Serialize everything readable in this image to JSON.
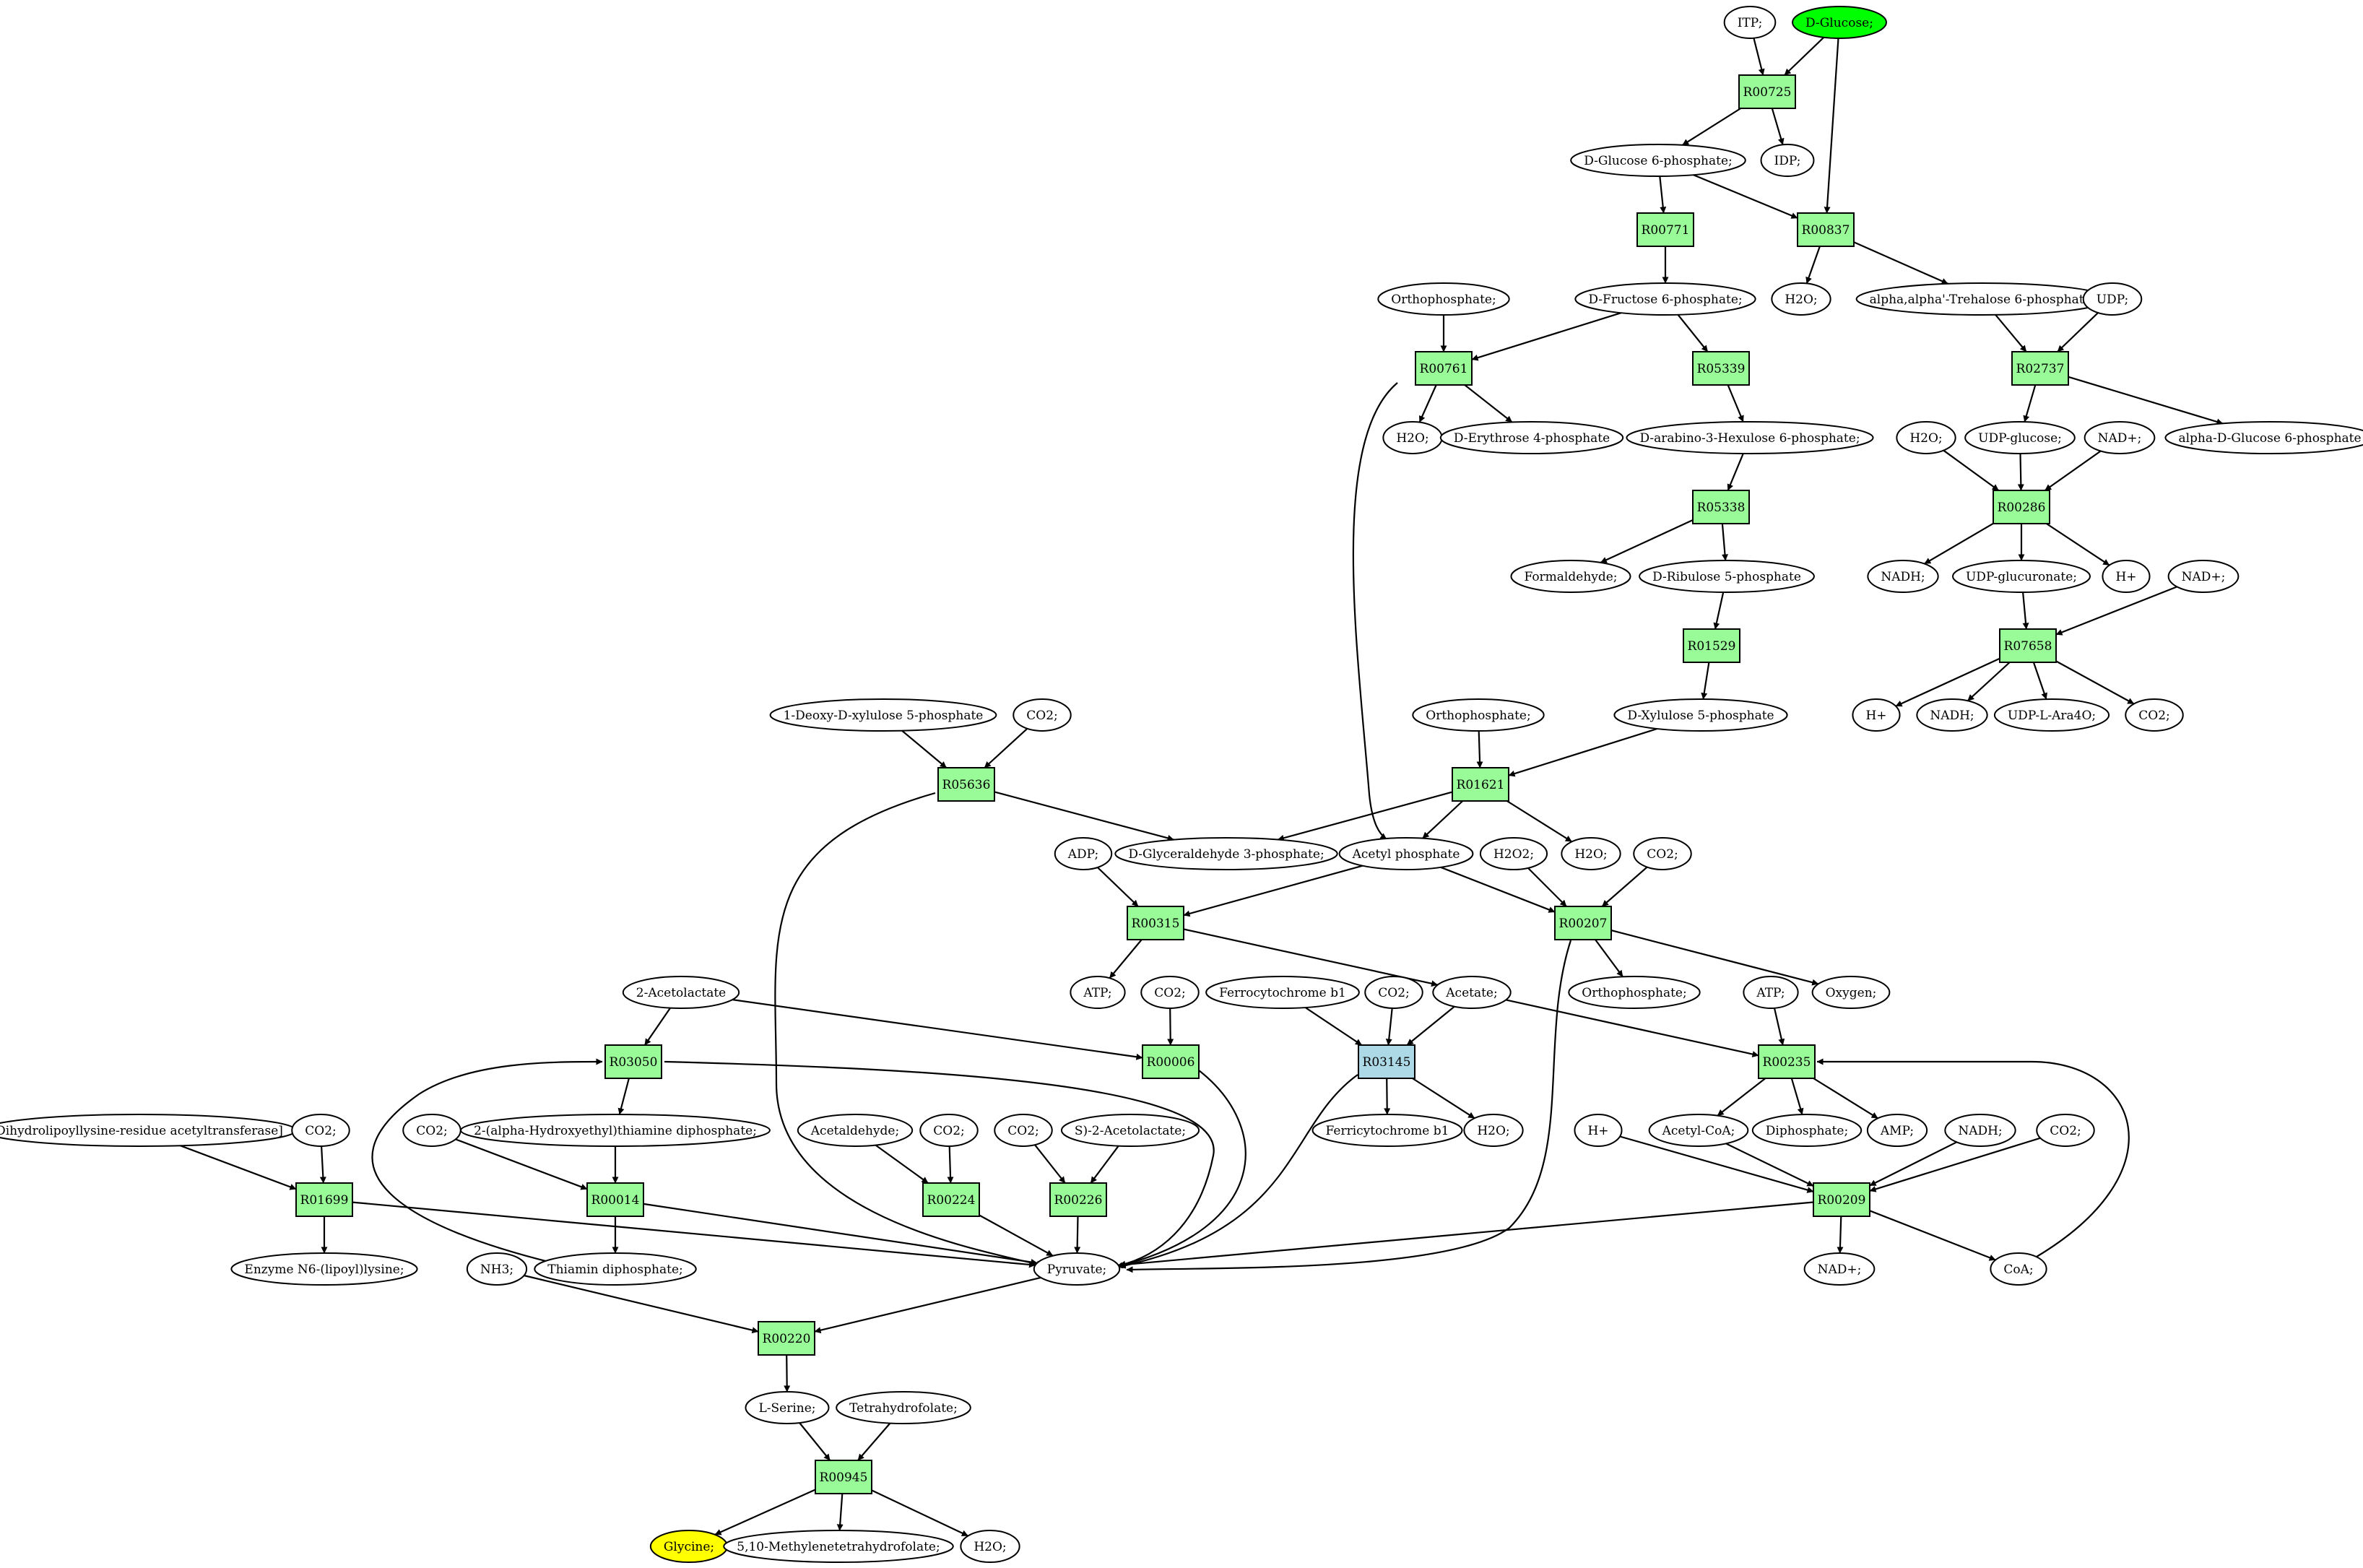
{
  "colors": {
    "reaction": "#98fb98",
    "reaction_alt": "#add8e6",
    "source": "#00ff00",
    "target": "#ffff00",
    "compound": "#ffffff",
    "line": "#000000"
  },
  "nodes": [
    {
      "id": "itp",
      "label": "ITP;",
      "kind": "compound"
    },
    {
      "id": "dglucose",
      "label": "D-Glucose;",
      "kind": "source"
    },
    {
      "id": "r00725",
      "label": "R00725",
      "kind": "reaction"
    },
    {
      "id": "g6p",
      "label": "D-Glucose 6-phosphate;",
      "kind": "compound"
    },
    {
      "id": "idp",
      "label": "IDP;",
      "kind": "compound"
    },
    {
      "id": "r00771",
      "label": "R00771",
      "kind": "reaction"
    },
    {
      "id": "r00837",
      "label": "R00837",
      "kind": "reaction"
    },
    {
      "id": "orthop1",
      "label": "Orthophosphate;",
      "kind": "compound"
    },
    {
      "id": "f6p",
      "label": "D-Fructose 6-phosphate;",
      "kind": "compound"
    },
    {
      "id": "h2o_a",
      "label": "H2O;",
      "kind": "compound"
    },
    {
      "id": "trehalose6p",
      "label": "alpha,alpha'-Trehalose 6-phosphate;",
      "kind": "compound"
    },
    {
      "id": "udp",
      "label": "UDP;",
      "kind": "compound"
    },
    {
      "id": "r00761",
      "label": "R00761",
      "kind": "reaction"
    },
    {
      "id": "r05339",
      "label": "R05339",
      "kind": "reaction"
    },
    {
      "id": "r02737",
      "label": "R02737",
      "kind": "reaction"
    },
    {
      "id": "h2o_b",
      "label": "H2O;",
      "kind": "compound"
    },
    {
      "id": "e4p",
      "label": "D-Erythrose 4-phosphate",
      "kind": "compound"
    },
    {
      "id": "hexulose6p",
      "label": "D-arabino-3-Hexulose 6-phosphate;",
      "kind": "compound"
    },
    {
      "id": "h2o_c",
      "label": "H2O;",
      "kind": "compound"
    },
    {
      "id": "udpglucose",
      "label": "UDP-glucose;",
      "kind": "compound"
    },
    {
      "id": "nadp_a",
      "label": "NAD+;",
      "kind": "compound"
    },
    {
      "id": "adglucose6p",
      "label": "alpha-D-Glucose 6-phosphate",
      "kind": "compound"
    },
    {
      "id": "r05338",
      "label": "R05338",
      "kind": "reaction"
    },
    {
      "id": "r00286",
      "label": "R00286",
      "kind": "reaction"
    },
    {
      "id": "formaldehyde",
      "label": "Formaldehyde;",
      "kind": "compound"
    },
    {
      "id": "ribulose5p",
      "label": "D-Ribulose 5-phosphate",
      "kind": "compound"
    },
    {
      "id": "nadh_a",
      "label": "NADH;",
      "kind": "compound"
    },
    {
      "id": "udpglucuronate",
      "label": "UDP-glucuronate;",
      "kind": "compound"
    },
    {
      "id": "hplus_a",
      "label": "H+",
      "kind": "compound"
    },
    {
      "id": "nadp_b",
      "label": "NAD+;",
      "kind": "compound"
    },
    {
      "id": "r01529",
      "label": "R01529",
      "kind": "reaction"
    },
    {
      "id": "r07658",
      "label": "R07658",
      "kind": "reaction"
    },
    {
      "id": "dxp",
      "label": "1-Deoxy-D-xylulose 5-phosphate",
      "kind": "compound"
    },
    {
      "id": "co2_a",
      "label": "CO2;",
      "kind": "compound"
    },
    {
      "id": "orthop2",
      "label": "Orthophosphate;",
      "kind": "compound"
    },
    {
      "id": "xylulose5p",
      "label": "D-Xylulose 5-phosphate",
      "kind": "compound"
    },
    {
      "id": "hplus_b",
      "label": "H+",
      "kind": "compound"
    },
    {
      "id": "nadh_b",
      "label": "NADH;",
      "kind": "compound"
    },
    {
      "id": "udplara4o",
      "label": "UDP-L-Ara4O;",
      "kind": "compound"
    },
    {
      "id": "co2_b",
      "label": "CO2;",
      "kind": "compound"
    },
    {
      "id": "r05636",
      "label": "R05636",
      "kind": "reaction"
    },
    {
      "id": "r01621",
      "label": "R01621",
      "kind": "reaction"
    },
    {
      "id": "adp",
      "label": "ADP;",
      "kind": "compound"
    },
    {
      "id": "gap",
      "label": "D-Glyceraldehyde 3-phosphate;",
      "kind": "compound"
    },
    {
      "id": "acetylp",
      "label": "Acetyl phosphate",
      "kind": "compound"
    },
    {
      "id": "h2o2",
      "label": "H2O2;",
      "kind": "compound"
    },
    {
      "id": "h2o_d",
      "label": "H2O;",
      "kind": "compound"
    },
    {
      "id": "co2_c",
      "label": "CO2;",
      "kind": "compound"
    },
    {
      "id": "r00315",
      "label": "R00315",
      "kind": "reaction"
    },
    {
      "id": "r00207",
      "label": "R00207",
      "kind": "reaction"
    },
    {
      "id": "atp_a",
      "label": "ATP;",
      "kind": "compound"
    },
    {
      "id": "co2_d",
      "label": "CO2;",
      "kind": "compound"
    },
    {
      "id": "acetolactate2",
      "label": "2-Acetolactate",
      "kind": "compound"
    },
    {
      "id": "ferrocyt",
      "label": "Ferrocytochrome b1",
      "kind": "compound"
    },
    {
      "id": "co2_e",
      "label": "CO2;",
      "kind": "compound"
    },
    {
      "id": "acetate",
      "label": "Acetate;",
      "kind": "compound"
    },
    {
      "id": "orthop3",
      "label": "Orthophosphate;",
      "kind": "compound"
    },
    {
      "id": "atp_b",
      "label": "ATP;",
      "kind": "compound"
    },
    {
      "id": "oxygen",
      "label": "Oxygen;",
      "kind": "compound"
    },
    {
      "id": "r03050",
      "label": "R03050",
      "kind": "reaction"
    },
    {
      "id": "r00006",
      "label": "R00006",
      "kind": "reaction"
    },
    {
      "id": "r03145",
      "label": "R03145",
      "kind": "reaction_alt"
    },
    {
      "id": "r00235",
      "label": "R00235",
      "kind": "reaction"
    },
    {
      "id": "dihydrolip",
      "label": "Dihydrolipoyllysine-residue acetyltransferase]",
      "kind": "compound"
    },
    {
      "id": "co2_f",
      "label": "CO2;",
      "kind": "compound"
    },
    {
      "id": "co2_g",
      "label": "CO2;",
      "kind": "compound"
    },
    {
      "id": "hethtpp",
      "label": "2-(alpha-Hydroxyethyl)thiamine diphosphate;",
      "kind": "compound"
    },
    {
      "id": "acetaldehyde",
      "label": "Acetaldehyde;",
      "kind": "compound"
    },
    {
      "id": "co2_h",
      "label": "CO2;",
      "kind": "compound"
    },
    {
      "id": "co2_i",
      "label": "CO2;",
      "kind": "compound"
    },
    {
      "id": "sacetolactate",
      "label": "S)-2-Acetolactate;",
      "kind": "compound"
    },
    {
      "id": "ferricyt",
      "label": "Ferricytochrome b1",
      "kind": "compound"
    },
    {
      "id": "h2o_e",
      "label": "H2O;",
      "kind": "compound"
    },
    {
      "id": "hplus_c",
      "label": "H+",
      "kind": "compound"
    },
    {
      "id": "acetylcoa",
      "label": "Acetyl-CoA;",
      "kind": "compound"
    },
    {
      "id": "diphosphate",
      "label": "Diphosphate;",
      "kind": "compound"
    },
    {
      "id": "amp",
      "label": "AMP;",
      "kind": "compound"
    },
    {
      "id": "nadh_c",
      "label": "NADH;",
      "kind": "compound"
    },
    {
      "id": "co2_j",
      "label": "CO2;",
      "kind": "compound"
    },
    {
      "id": "r01699",
      "label": "R01699",
      "kind": "reaction"
    },
    {
      "id": "r00014",
      "label": "R00014",
      "kind": "reaction"
    },
    {
      "id": "r00224",
      "label": "R00224",
      "kind": "reaction"
    },
    {
      "id": "r00226",
      "label": "R00226",
      "kind": "reaction"
    },
    {
      "id": "r00209",
      "label": "R00209",
      "kind": "reaction"
    },
    {
      "id": "enzyme",
      "label": "Enzyme N6-(lipoyl)lysine;",
      "kind": "compound"
    },
    {
      "id": "nh3",
      "label": "NH3;",
      "kind": "compound"
    },
    {
      "id": "thiamindp",
      "label": "Thiamin diphosphate;",
      "kind": "compound"
    },
    {
      "id": "pyruvate",
      "label": "Pyruvate;",
      "kind": "compound"
    },
    {
      "id": "nadp_c",
      "label": "NAD+;",
      "kind": "compound"
    },
    {
      "id": "coa",
      "label": "CoA;",
      "kind": "compound"
    },
    {
      "id": "r00220",
      "label": "R00220",
      "kind": "reaction"
    },
    {
      "id": "lserine",
      "label": "L-Serine;",
      "kind": "compound"
    },
    {
      "id": "thf",
      "label": "Tetrahydrofolate;",
      "kind": "compound"
    },
    {
      "id": "r00945",
      "label": "R00945",
      "kind": "reaction"
    },
    {
      "id": "glycine",
      "label": "Glycine;",
      "kind": "target"
    },
    {
      "id": "methylenethf",
      "label": "5,10-Methylenetetrahydrofolate;",
      "kind": "compound"
    },
    {
      "id": "h2o_f",
      "label": "H2O;",
      "kind": "compound"
    }
  ],
  "edges": [
    [
      "itp",
      "r00725"
    ],
    [
      "dglucose",
      "r00725"
    ],
    [
      "dglucose",
      "r00837"
    ],
    [
      "r00725",
      "g6p"
    ],
    [
      "r00725",
      "idp"
    ],
    [
      "g6p",
      "r00771"
    ],
    [
      "g6p",
      "r00837"
    ],
    [
      "r00771",
      "f6p"
    ],
    [
      "r00837",
      "h2o_a"
    ],
    [
      "r00837",
      "trehalose6p"
    ],
    [
      "orthop1",
      "r00761"
    ],
    [
      "f6p",
      "r00761"
    ],
    [
      "f6p",
      "r05339"
    ],
    [
      "r00761",
      "h2o_b"
    ],
    [
      "r00761",
      "e4p"
    ],
    [
      "r00761",
      "acetylp"
    ],
    [
      "r05339",
      "hexulose6p"
    ],
    [
      "hexulose6p",
      "r05338"
    ],
    [
      "r05338",
      "formaldehyde"
    ],
    [
      "r05338",
      "ribulose5p"
    ],
    [
      "ribulose5p",
      "r01529"
    ],
    [
      "r01529",
      "xylulose5p"
    ],
    [
      "trehalose6p",
      "r02737"
    ],
    [
      "udp",
      "r02737"
    ],
    [
      "r02737",
      "udpglucose"
    ],
    [
      "r02737",
      "adglucose6p"
    ],
    [
      "h2o_c",
      "r00286"
    ],
    [
      "udpglucose",
      "r00286"
    ],
    [
      "nadp_a",
      "r00286"
    ],
    [
      "r00286",
      "nadh_a"
    ],
    [
      "r00286",
      "udpglucuronate"
    ],
    [
      "r00286",
      "hplus_a"
    ],
    [
      "udpglucuronate",
      "r07658"
    ],
    [
      "nadp_b",
      "r07658"
    ],
    [
      "r07658",
      "hplus_b"
    ],
    [
      "r07658",
      "nadh_b"
    ],
    [
      "r07658",
      "udplara4o"
    ],
    [
      "r07658",
      "co2_b"
    ],
    [
      "dxp",
      "r05636"
    ],
    [
      "co2_a",
      "r05636"
    ],
    [
      "r05636",
      "gap"
    ],
    [
      "r05636",
      "pyruvate"
    ],
    [
      "orthop2",
      "r01621"
    ],
    [
      "xylulose5p",
      "r01621"
    ],
    [
      "r01621",
      "gap"
    ],
    [
      "r01621",
      "acetylp"
    ],
    [
      "r01621",
      "h2o_d"
    ],
    [
      "adp",
      "r00315"
    ],
    [
      "acetylp",
      "r00315"
    ],
    [
      "r00315",
      "atp_a"
    ],
    [
      "r00315",
      "acetate"
    ],
    [
      "acetylp",
      "r00207"
    ],
    [
      "h2o2",
      "r00207"
    ],
    [
      "co2_c",
      "r00207"
    ],
    [
      "r00207",
      "orthop3"
    ],
    [
      "r00207",
      "oxygen"
    ],
    [
      "r00207",
      "pyruvate"
    ],
    [
      "acetolactate2",
      "r03050"
    ],
    [
      "acetolactate2",
      "r00006"
    ],
    [
      "r03050",
      "hethtpp"
    ],
    [
      "r03050",
      "pyruvate"
    ],
    [
      "co2_d",
      "r00006"
    ],
    [
      "r00006",
      "pyruvate"
    ],
    [
      "ferrocyt",
      "r03145"
    ],
    [
      "co2_e",
      "r03145"
    ],
    [
      "acetate",
      "r03145"
    ],
    [
      "r03145",
      "ferricyt"
    ],
    [
      "r03145",
      "h2o_e"
    ],
    [
      "r03145",
      "pyruvate"
    ],
    [
      "acetate",
      "r00235"
    ],
    [
      "atp_b",
      "r00235"
    ],
    [
      "coa",
      "r00235"
    ],
    [
      "r00235",
      "acetylcoa"
    ],
    [
      "r00235",
      "diphosphate"
    ],
    [
      "r00235",
      "amp"
    ],
    [
      "dihydrolip",
      "r01699"
    ],
    [
      "co2_f",
      "r01699"
    ],
    [
      "r01699",
      "enzyme"
    ],
    [
      "r01699",
      "pyruvate"
    ],
    [
      "co2_g",
      "r00014"
    ],
    [
      "hethtpp",
      "r00014"
    ],
    [
      "r00014",
      "thiamindp"
    ],
    [
      "r00014",
      "pyruvate"
    ],
    [
      "thiamindp",
      "r03050"
    ],
    [
      "acetaldehyde",
      "r00224"
    ],
    [
      "co2_h",
      "r00224"
    ],
    [
      "r00224",
      "pyruvate"
    ],
    [
      "co2_i",
      "r00226"
    ],
    [
      "sacetolactate",
      "r00226"
    ],
    [
      "r00226",
      "pyruvate"
    ],
    [
      "hplus_c",
      "r00209"
    ],
    [
      "acetylcoa",
      "r00209"
    ],
    [
      "nadh_c",
      "r00209"
    ],
    [
      "co2_j",
      "r00209"
    ],
    [
      "r00209",
      "nadp_c"
    ],
    [
      "r00209",
      "coa"
    ],
    [
      "r00209",
      "pyruvate"
    ],
    [
      "nh3",
      "r00220"
    ],
    [
      "pyruvate",
      "r00220"
    ],
    [
      "r00220",
      "lserine"
    ],
    [
      "lserine",
      "r00945"
    ],
    [
      "thf",
      "r00945"
    ],
    [
      "r00945",
      "glycine"
    ],
    [
      "r00945",
      "methylenethf"
    ],
    [
      "r00945",
      "h2o_f"
    ]
  ]
}
